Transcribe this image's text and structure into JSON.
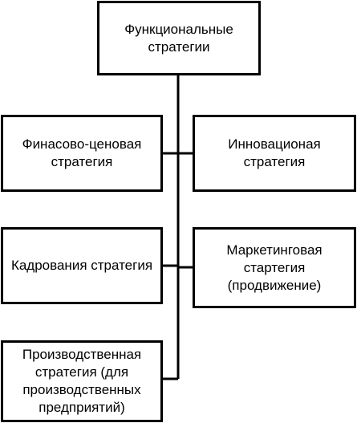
{
  "diagram": {
    "nodes": [
      {
        "id": "top",
        "label": "Функциональные\nстратегии"
      },
      {
        "id": "l1",
        "label": "Финасово-ценовая\nстратегия"
      },
      {
        "id": "r1",
        "label": "Инновационая\nстратегия"
      },
      {
        "id": "l2",
        "label": "Кадрования стратегия"
      },
      {
        "id": "r2",
        "label": "Маркетинговая\nстартегия\n(продвижение)"
      },
      {
        "id": "l3",
        "label": "Производственная\nстратегия (для\nпроизводственных\nпредприятий)"
      }
    ],
    "edges": [
      {
        "from": "top",
        "to": "l1"
      },
      {
        "from": "top",
        "to": "r1"
      },
      {
        "from": "top",
        "to": "l2"
      },
      {
        "from": "top",
        "to": "r2"
      },
      {
        "from": "top",
        "to": "l3"
      }
    ],
    "colors": {
      "line": "#000000",
      "box_border": "#000000",
      "background": "#ffffff"
    }
  }
}
